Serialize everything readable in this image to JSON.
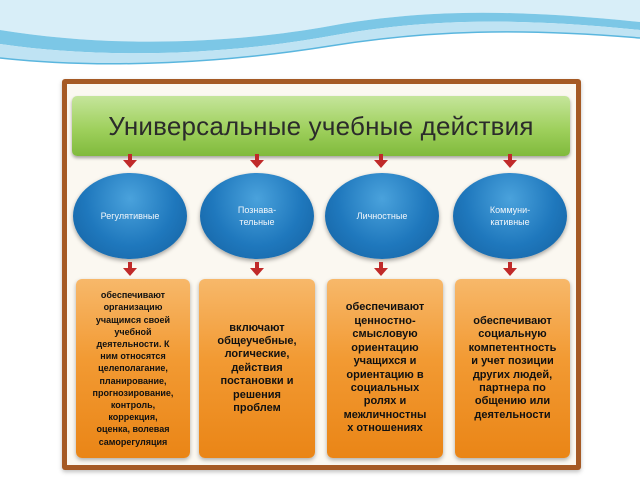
{
  "title": "Универсальные учебные действия",
  "columns": [
    {
      "oval_label": "Регулятивные",
      "description": "обеспечивают\nорганизацию\nучащимся своей\nучебной\nдеятельности. К\nним относятся\nцелеполагание,\nпланирование,\nпрогнозирование,\nконтроль,\nкоррекция,\nоценка, волевая\nсаморегуляция"
    },
    {
      "oval_label": "Познава-\nтельные",
      "description": "включают\nобщеучебные,\nлогические,\nдействия\nпостановки и\nрешения\nпроблем"
    },
    {
      "oval_label": "Личностные",
      "description": "обеспечивают\nценностно-\nсмысловую\nориентацию\nучащихся и\nориентацию в\nсоциальных\nролях и\nмежличностны\nх отношениях"
    },
    {
      "oval_label": "Коммуни-\nкативные",
      "description": "обеспечивают\nсоциальную\nкомпетентность\nи учет позиции\nдругих людей,\nпартнера по\nобщению или\nдеятельности"
    }
  ],
  "colors": {
    "title_green": "#9fd05d",
    "oval_blue": "#1f78bd",
    "box_orange": "#f29a33",
    "arrow_red": "#c02a2a",
    "frame_brown": "#a55a25"
  }
}
